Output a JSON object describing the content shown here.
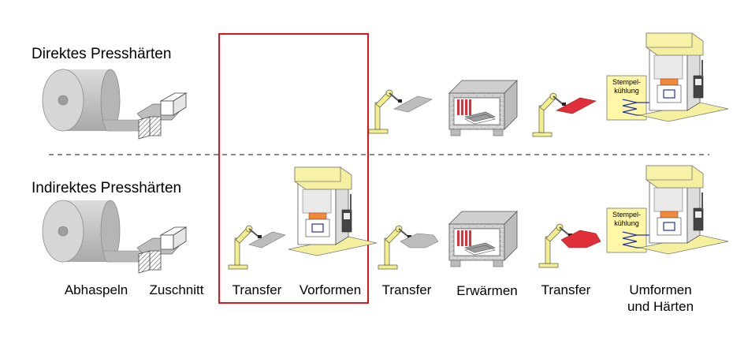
{
  "rows": {
    "direct_title": "Direktes Presshärten",
    "indirect_title": "Indirektes Presshärten"
  },
  "steps": [
    {
      "line1": "Abhaspeln",
      "line2": ""
    },
    {
      "line1": "Zuschnitt",
      "line2": ""
    },
    {
      "line1": "Transfer",
      "line2": ""
    },
    {
      "line1": "Vorformen",
      "line2": ""
    },
    {
      "line1": "Transfer",
      "line2": ""
    },
    {
      "line1": "Erwärmen",
      "line2": ""
    },
    {
      "line1": "Transfer",
      "line2": ""
    },
    {
      "line1": "Umformen",
      "line2": "und Härten"
    }
  ],
  "cooling": {
    "direct_line1": "Stempel-",
    "direct_line2": "kühlung",
    "indirect_line1": "Stempel-",
    "indirect_line2": "kühlung"
  },
  "colors": {
    "highlight": "#e0161b",
    "robot": "#f3ef8c",
    "press_body": "#f5f0a0",
    "hot_part": "#e0303a",
    "cold_part": "#bdbdbd",
    "furnace_heat": "#e0303a",
    "coil": "#c9c9c9"
  }
}
